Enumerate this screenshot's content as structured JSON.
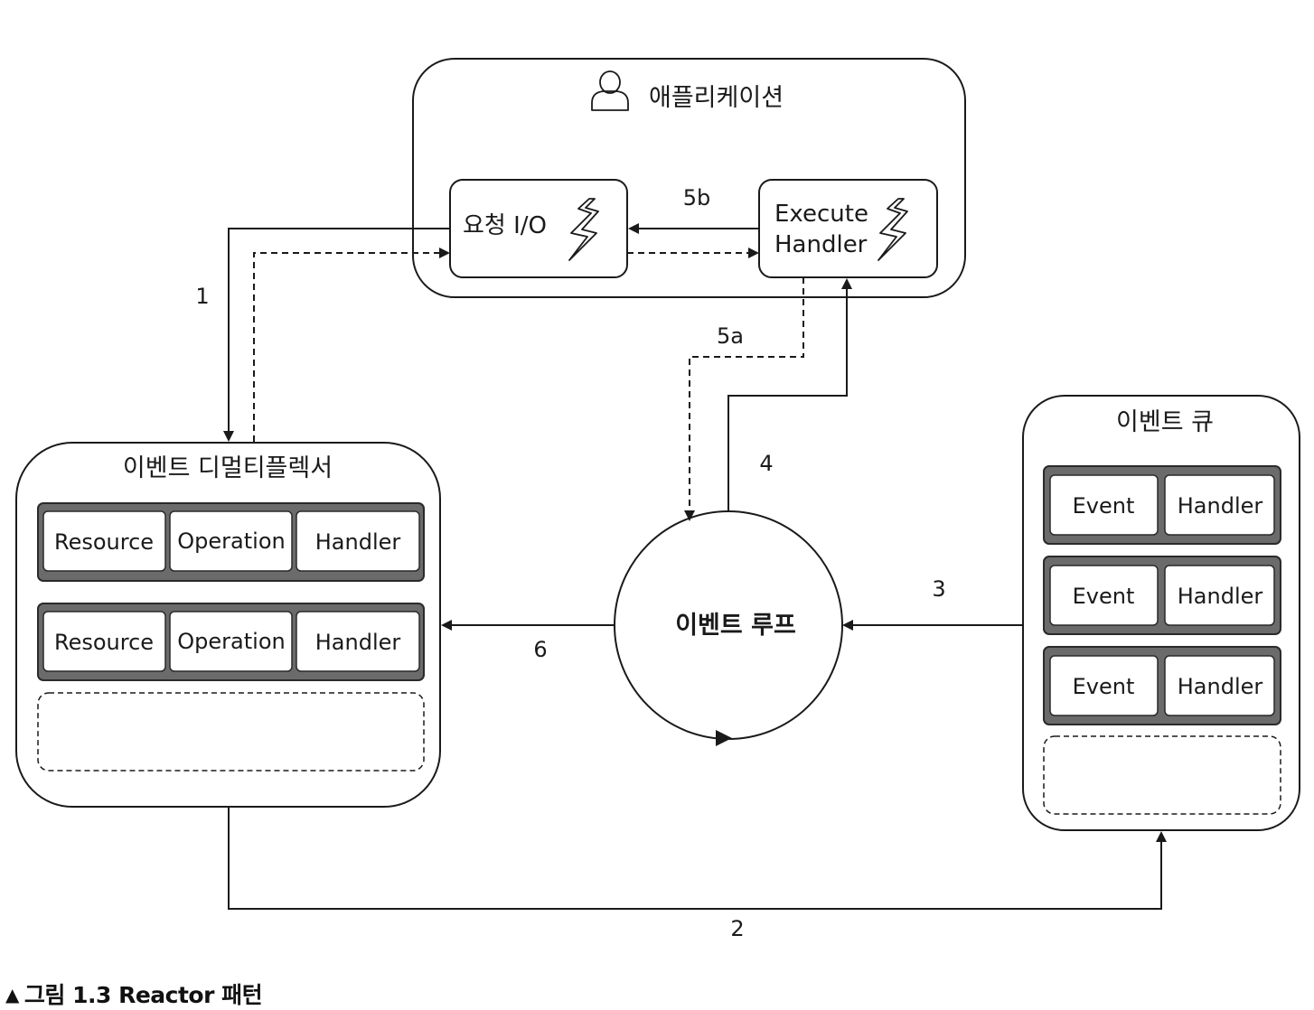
{
  "application": {
    "title": "애플리케이션",
    "request_io": "요청 I/O",
    "execute_handler": [
      "Execute",
      "Handler"
    ]
  },
  "demultiplexer": {
    "title": "이벤트 디멀티플렉서",
    "rows": [
      [
        "Resource",
        "Operation",
        "Handler"
      ],
      [
        "Resource",
        "Operation",
        "Handler"
      ]
    ]
  },
  "event_queue": {
    "title": "이벤트 큐",
    "rows": [
      [
        "Event",
        "Handler"
      ],
      [
        "Event",
        "Handler"
      ],
      [
        "Event",
        "Handler"
      ]
    ]
  },
  "event_loop": {
    "label": "이벤트 루프"
  },
  "steps": {
    "s1": "1",
    "s2": "2",
    "s3": "3",
    "s4": "4",
    "s5a": "5a",
    "s5b": "5b",
    "s6": "6"
  },
  "caption": {
    "marker": "▲",
    "text": "그림 1.3 Reactor 패턴"
  },
  "icons": [
    "user-icon",
    "lightning-icon"
  ]
}
